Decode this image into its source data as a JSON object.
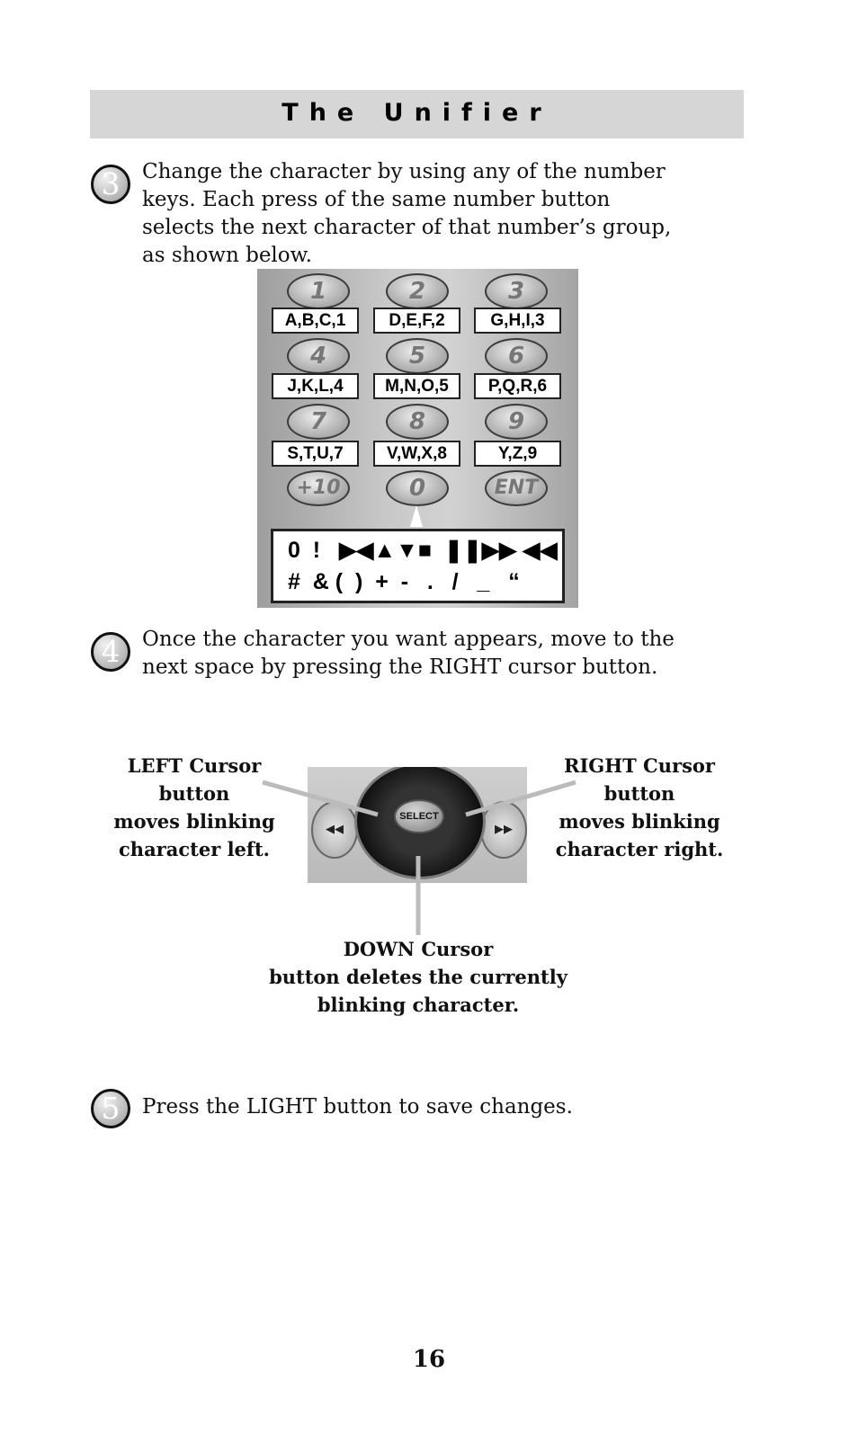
{
  "header": {
    "title": "The Unifier"
  },
  "steps": [
    {
      "number": "3",
      "text": "Change the character by using any of the number\nkeys. Each press of the same number button\nselects the next character of that number’s group,\nas shown below."
    },
    {
      "number": "4",
      "text": "Once the character you want appears, move to the\nnext space by pressing the RIGHT cursor button."
    },
    {
      "number": "5",
      "text": "Press the LIGHT button to save changes."
    }
  ],
  "keypad": {
    "keys": [
      "1",
      "2",
      "3",
      "4",
      "5",
      "6",
      "7",
      "8",
      "9",
      "+10",
      "0",
      "ENT"
    ],
    "letter_groups": [
      "A,B,C,1",
      "D,E,F,2",
      "G,H,I,3",
      "J,K,L,4",
      "M,N,O,5",
      "P,Q,R,6",
      "S,T,U,7",
      "V,W,X,8",
      "Y,Z,9"
    ],
    "zero_chars": {
      "row1": "0  !   ▶◀▲▼■  ❚❚▶▶ ◀◀",
      "row2": "#  & (  )  +  -   .   /   _   “"
    }
  },
  "cursor_pad": {
    "select_label": "SELECT",
    "left_button_icon": "◀◀",
    "right_button_icon": "▶▶"
  },
  "callouts": {
    "left": "LEFT Cursor\nbutton\nmoves blinking\ncharacter left.",
    "right": "RIGHT Cursor\nbutton\nmoves blinking\ncharacter right.",
    "down": "DOWN Cursor\nbutton deletes the currently\nblinking character."
  },
  "page_number": "16"
}
